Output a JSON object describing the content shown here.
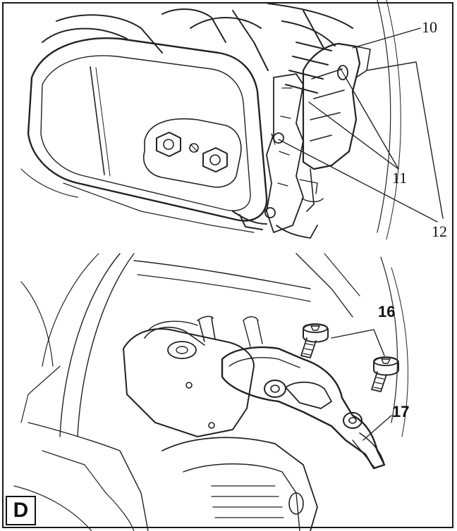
{
  "figure": {
    "panel_letter": "D",
    "callouts": {
      "c10": "10",
      "c11": "11",
      "c12": "12",
      "c16": "16",
      "c17": "17"
    }
  }
}
